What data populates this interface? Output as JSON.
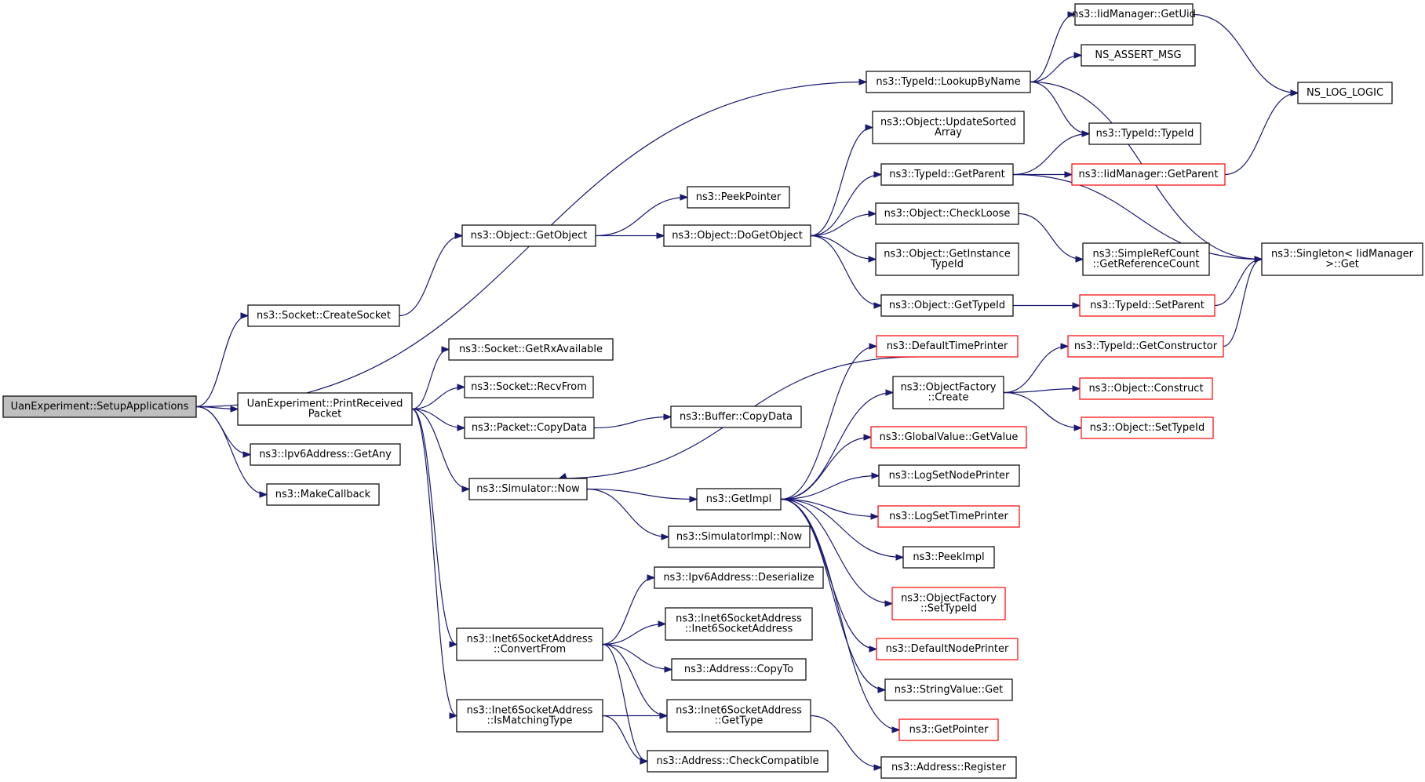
{
  "graph": {
    "edge_color": "#191970",
    "root_fill": "#bfbfbf",
    "truncated_border_color": "#ff0000",
    "nodes": [
      {
        "id": "setup",
        "lines": [
          "UanExperiment::SetupApplications"
        ],
        "root": true,
        "red": false
      },
      {
        "id": "lookup",
        "lines": [
          "ns3::TypeId::LookupByName"
        ],
        "red": false
      },
      {
        "id": "iidgetuid",
        "lines": [
          "ns3::IidManager::GetUid"
        ],
        "red": false
      },
      {
        "id": "assert",
        "lines": [
          "NS_ASSERT_MSG"
        ],
        "red": false
      },
      {
        "id": "loglogic",
        "lines": [
          "NS_LOG_LOGIC"
        ],
        "red": false
      },
      {
        "id": "updsorted",
        "lines": [
          "ns3::Object::UpdateSorted",
          "Array"
        ],
        "red": false
      },
      {
        "id": "typeid",
        "lines": [
          "ns3::TypeId::TypeId"
        ],
        "red": false
      },
      {
        "id": "getparent",
        "lines": [
          "ns3::TypeId::GetParent"
        ],
        "red": false
      },
      {
        "id": "iidgetparent",
        "lines": [
          "ns3::IidManager::GetParent"
        ],
        "red": true
      },
      {
        "id": "peekptr",
        "lines": [
          "ns3::PeekPointer"
        ],
        "red": false
      },
      {
        "id": "getobject",
        "lines": [
          "ns3::Object::GetObject"
        ],
        "red": false
      },
      {
        "id": "dogetobject",
        "lines": [
          "ns3::Object::DoGetObject"
        ],
        "red": false
      },
      {
        "id": "checkloose",
        "lines": [
          "ns3::Object::CheckLoose"
        ],
        "red": false
      },
      {
        "id": "simplerefcount",
        "lines": [
          "ns3::SimpleRefCount",
          "::GetReferenceCount"
        ],
        "red": false
      },
      {
        "id": "singleton",
        "lines": [
          "ns3::Singleton< IidManager",
          ">::Get"
        ],
        "red": false
      },
      {
        "id": "getinst",
        "lines": [
          "ns3::Object::GetInstance",
          "TypeId"
        ],
        "red": false
      },
      {
        "id": "createsocket",
        "lines": [
          "ns3::Socket::CreateSocket"
        ],
        "red": false
      },
      {
        "id": "getobjtypeid",
        "lines": [
          "ns3::Object::GetTypeId"
        ],
        "red": false
      },
      {
        "id": "setparent",
        "lines": [
          "ns3::TypeId::SetParent"
        ],
        "red": true
      },
      {
        "id": "getrx",
        "lines": [
          "ns3::Socket::GetRxAvailable"
        ],
        "red": false
      },
      {
        "id": "deftimeprinter",
        "lines": [
          "ns3::DefaultTimePrinter"
        ],
        "red": true
      },
      {
        "id": "getconstructor",
        "lines": [
          "ns3::TypeId::GetConstructor"
        ],
        "red": true
      },
      {
        "id": "recvfrom",
        "lines": [
          "ns3::Socket::RecvFrom"
        ],
        "red": false
      },
      {
        "id": "objfactcreate",
        "lines": [
          "ns3::ObjectFactory",
          "::Create"
        ],
        "red": false
      },
      {
        "id": "construct",
        "lines": [
          "ns3::Object::Construct"
        ],
        "red": true
      },
      {
        "id": "printrecv",
        "lines": [
          "UanExperiment::PrintReceived",
          "Packet"
        ],
        "red": false
      },
      {
        "id": "bufcopy",
        "lines": [
          "ns3::Buffer::CopyData"
        ],
        "red": false
      },
      {
        "id": "pktcopy",
        "lines": [
          "ns3::Packet::CopyData"
        ],
        "red": false
      },
      {
        "id": "settypeid",
        "lines": [
          "ns3::Object::SetTypeId"
        ],
        "red": true
      },
      {
        "id": "globalvalue",
        "lines": [
          "ns3::GlobalValue::GetValue"
        ],
        "red": true
      },
      {
        "id": "getany",
        "lines": [
          "ns3::Ipv6Address::GetAny"
        ],
        "red": false
      },
      {
        "id": "lognode",
        "lines": [
          "ns3::LogSetNodePrinter"
        ],
        "red": false
      },
      {
        "id": "simnow",
        "lines": [
          "ns3::Simulator::Now"
        ],
        "red": false
      },
      {
        "id": "getimpl",
        "lines": [
          "ns3::GetImpl"
        ],
        "red": false
      },
      {
        "id": "makecb",
        "lines": [
          "ns3::MakeCallback"
        ],
        "red": false
      },
      {
        "id": "logtime",
        "lines": [
          "ns3::LogSetTimePrinter"
        ],
        "red": true
      },
      {
        "id": "simimplnow",
        "lines": [
          "ns3::SimulatorImpl::Now"
        ],
        "red": false
      },
      {
        "id": "peekimpl",
        "lines": [
          "ns3::PeekImpl"
        ],
        "red": false
      },
      {
        "id": "ipv6deser",
        "lines": [
          "ns3::Ipv6Address::Deserialize"
        ],
        "red": false
      },
      {
        "id": "objfactset",
        "lines": [
          "ns3::ObjectFactory",
          "::SetTypeId"
        ],
        "red": true
      },
      {
        "id": "i6ctor",
        "lines": [
          "ns3::Inet6SocketAddress",
          "::Inet6SocketAddress"
        ],
        "red": false
      },
      {
        "id": "convertfrom",
        "lines": [
          "ns3::Inet6SocketAddress",
          "::ConvertFrom"
        ],
        "red": false
      },
      {
        "id": "defnodeprinter",
        "lines": [
          "ns3::DefaultNodePrinter"
        ],
        "red": true
      },
      {
        "id": "copyto",
        "lines": [
          "ns3::Address::CopyTo"
        ],
        "red": false
      },
      {
        "id": "stringget",
        "lines": [
          "ns3::StringValue::Get"
        ],
        "red": false
      },
      {
        "id": "ismatching",
        "lines": [
          "ns3::Inet6SocketAddress",
          "::IsMatchingType"
        ],
        "red": false
      },
      {
        "id": "i6gettype",
        "lines": [
          "ns3::Inet6SocketAddress",
          "::GetType"
        ],
        "red": false
      },
      {
        "id": "getpointer",
        "lines": [
          "ns3::GetPointer"
        ],
        "red": true
      },
      {
        "id": "checkcompat",
        "lines": [
          "ns3::Address::CheckCompatible"
        ],
        "red": false
      },
      {
        "id": "register",
        "lines": [
          "ns3::Address::Register"
        ],
        "red": false
      }
    ],
    "edges": [
      [
        "setup",
        "lookup"
      ],
      [
        "setup",
        "createsocket"
      ],
      [
        "setup",
        "printrecv"
      ],
      [
        "setup",
        "getany"
      ],
      [
        "setup",
        "makecb"
      ],
      [
        "lookup",
        "iidgetuid"
      ],
      [
        "lookup",
        "assert"
      ],
      [
        "lookup",
        "typeid"
      ],
      [
        "lookup",
        "singleton"
      ],
      [
        "iidgetuid",
        "loglogic"
      ],
      [
        "createsocket",
        "getobject"
      ],
      [
        "getobject",
        "peekptr"
      ],
      [
        "getobject",
        "dogetobject"
      ],
      [
        "dogetobject",
        "updsorted"
      ],
      [
        "dogetobject",
        "getparent"
      ],
      [
        "dogetobject",
        "checkloose"
      ],
      [
        "dogetobject",
        "getinst"
      ],
      [
        "dogetobject",
        "getobjtypeid"
      ],
      [
        "getparent",
        "typeid"
      ],
      [
        "getparent",
        "iidgetparent"
      ],
      [
        "getparent",
        "singleton"
      ],
      [
        "iidgetparent",
        "loglogic"
      ],
      [
        "checkloose",
        "simplerefcount"
      ],
      [
        "getobjtypeid",
        "setparent"
      ],
      [
        "setparent",
        "singleton"
      ],
      [
        "printrecv",
        "getrx"
      ],
      [
        "printrecv",
        "recvfrom"
      ],
      [
        "printrecv",
        "pktcopy"
      ],
      [
        "printrecv",
        "simnow"
      ],
      [
        "printrecv",
        "convertfrom"
      ],
      [
        "printrecv",
        "ismatching"
      ],
      [
        "pktcopy",
        "bufcopy"
      ],
      [
        "simnow",
        "getimpl"
      ],
      [
        "simnow",
        "simimplnow"
      ],
      [
        "getimpl",
        "deftimeprinter"
      ],
      [
        "getimpl",
        "objfactcreate"
      ],
      [
        "getimpl",
        "globalvalue"
      ],
      [
        "getimpl",
        "lognode"
      ],
      [
        "getimpl",
        "logtime"
      ],
      [
        "getimpl",
        "peekimpl"
      ],
      [
        "getimpl",
        "objfactset"
      ],
      [
        "getimpl",
        "defnodeprinter"
      ],
      [
        "getimpl",
        "stringget"
      ],
      [
        "getimpl",
        "getpointer"
      ],
      [
        "deftimeprinter",
        "simnow"
      ],
      [
        "objfactcreate",
        "getconstructor"
      ],
      [
        "objfactcreate",
        "construct"
      ],
      [
        "objfactcreate",
        "settypeid"
      ],
      [
        "getconstructor",
        "singleton"
      ],
      [
        "convertfrom",
        "ipv6deser"
      ],
      [
        "convertfrom",
        "i6ctor"
      ],
      [
        "convertfrom",
        "copyto"
      ],
      [
        "convertfrom",
        "i6gettype"
      ],
      [
        "convertfrom",
        "checkcompat"
      ],
      [
        "ismatching",
        "i6gettype"
      ],
      [
        "ismatching",
        "checkcompat"
      ],
      [
        "i6gettype",
        "register"
      ]
    ]
  }
}
